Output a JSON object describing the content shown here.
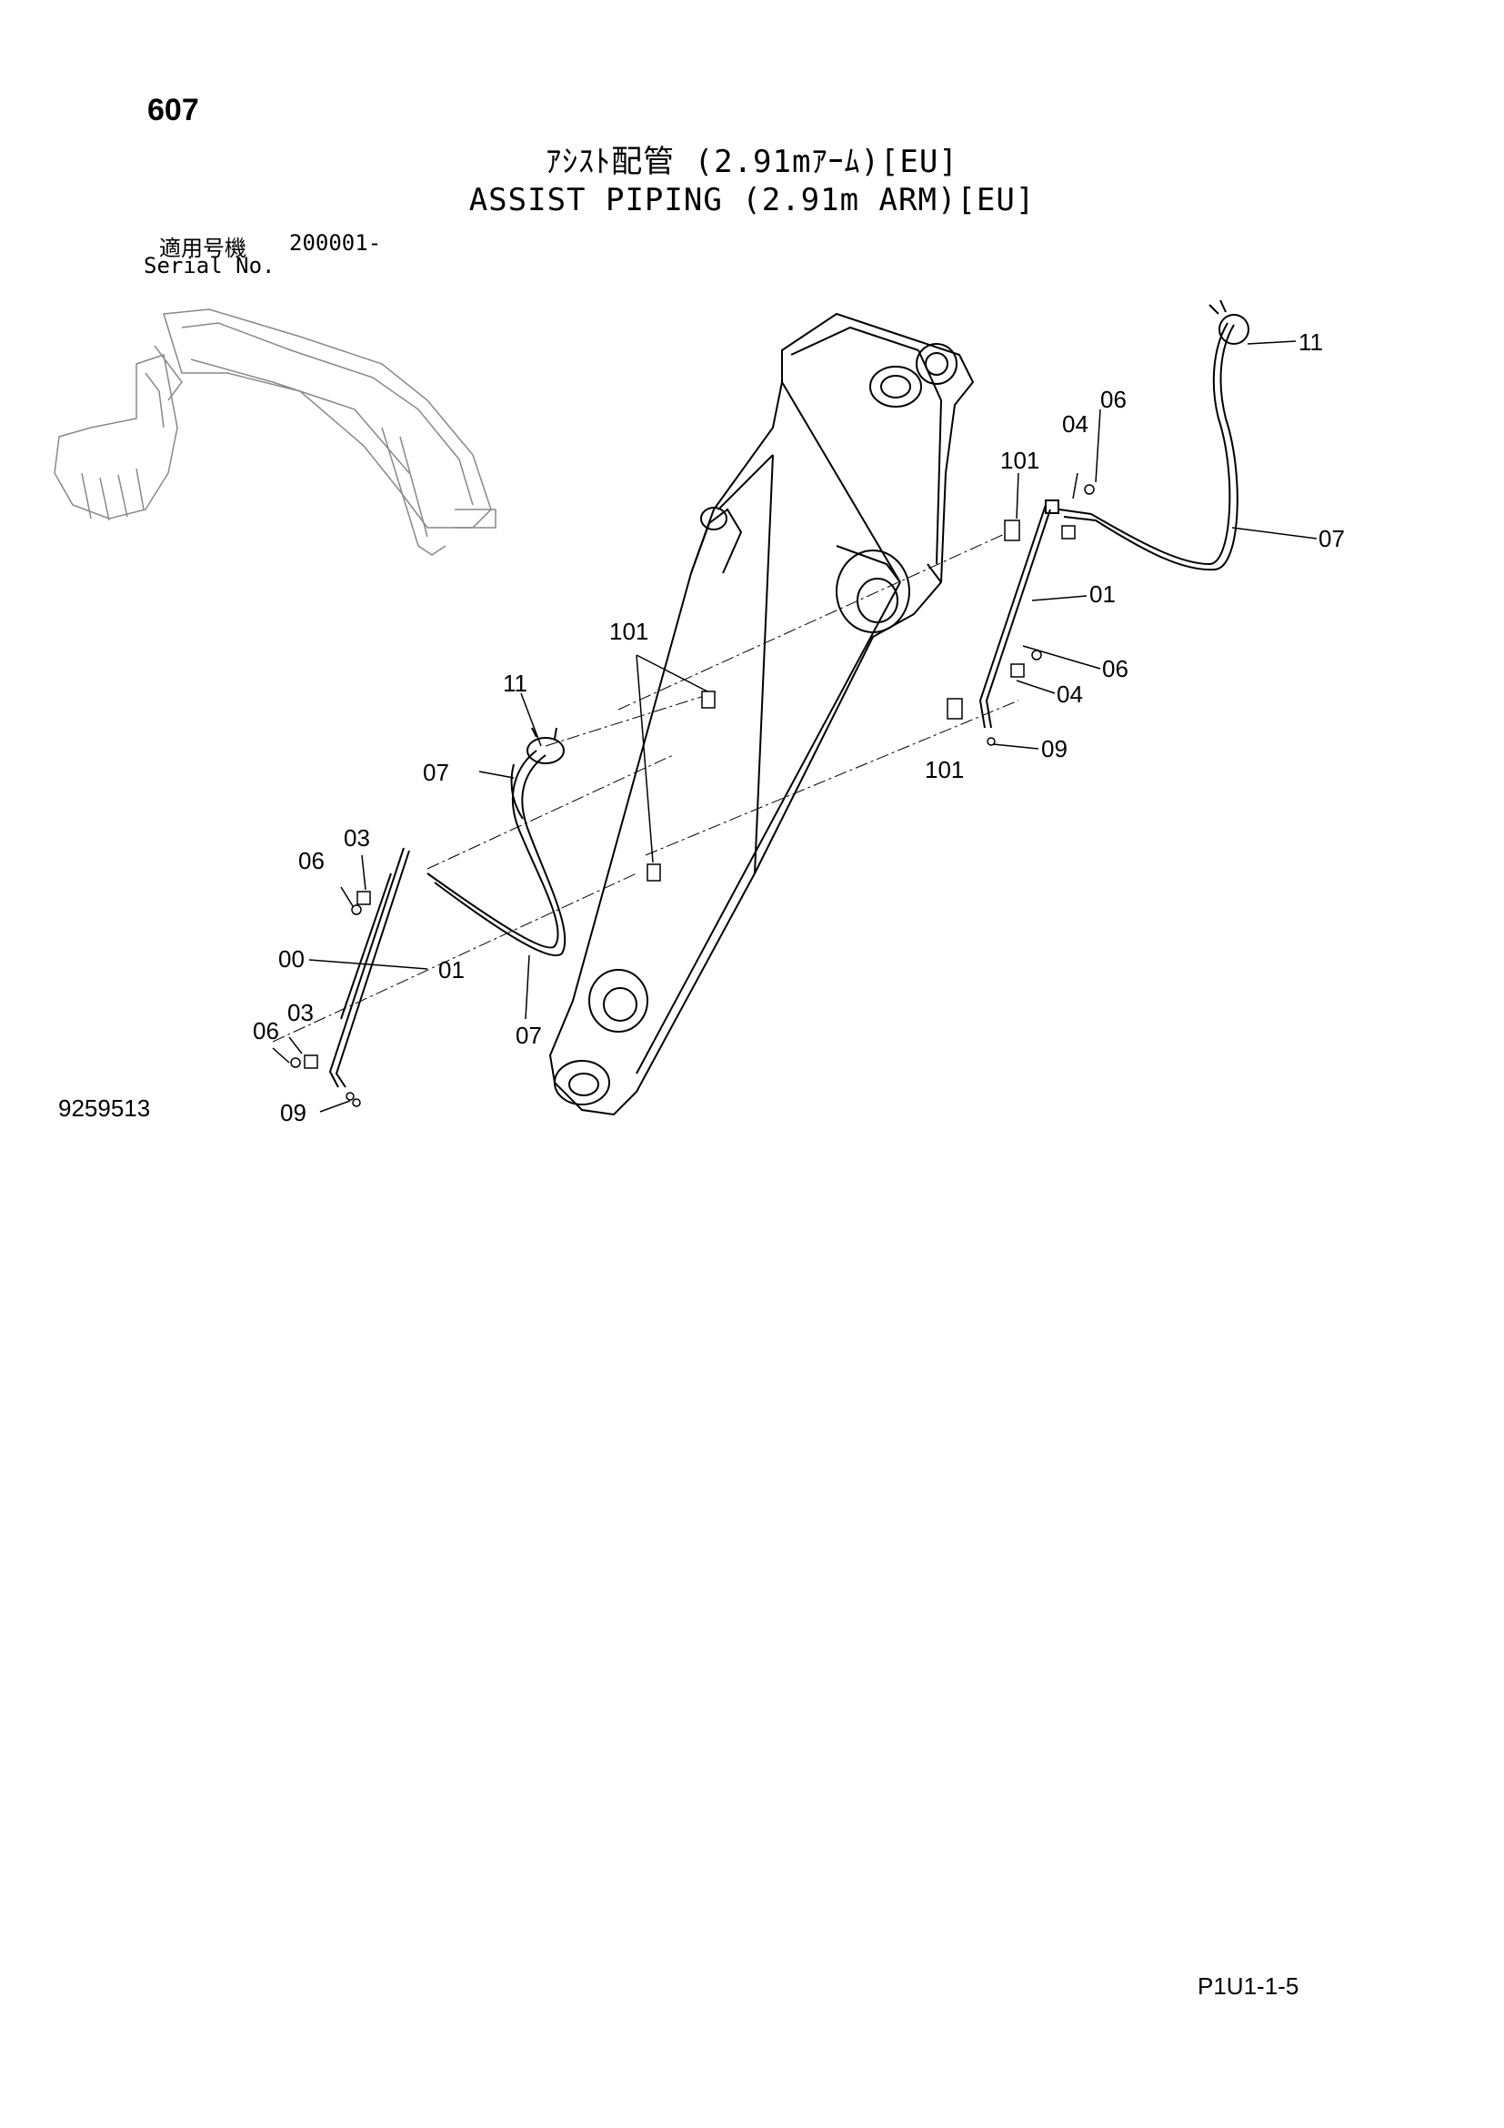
{
  "header": {
    "page_number": "607",
    "title_jp": "ｱｼｽﾄ配管 (2.91mｱｰﾑ)[EU]",
    "title_en": "ASSIST PIPING (2.91m ARM)[EU]",
    "serial_label_jp": "適用号機",
    "serial_range": "200001-",
    "serial_label_en": "Serial No."
  },
  "footer": {
    "drawing_number": "9259513",
    "page_code": "P1U1-1-5"
  },
  "callouts": {
    "c11_top": "11",
    "c06_top": "06",
    "c04_top": "04",
    "c101_top": "101",
    "c07_right": "07",
    "c01_right": "01",
    "c101_mid": "101",
    "c06_mid": "06",
    "c04_mid": "04",
    "c101_low": "101",
    "c09_right": "09",
    "c11_left": "11",
    "c07_left": "07",
    "c03_a": "03",
    "c06_a": "06",
    "c00": "00",
    "c01_left": "01",
    "c03_b": "03",
    "c06_b": "06",
    "c07_bottom": "07",
    "c09_left": "09"
  }
}
